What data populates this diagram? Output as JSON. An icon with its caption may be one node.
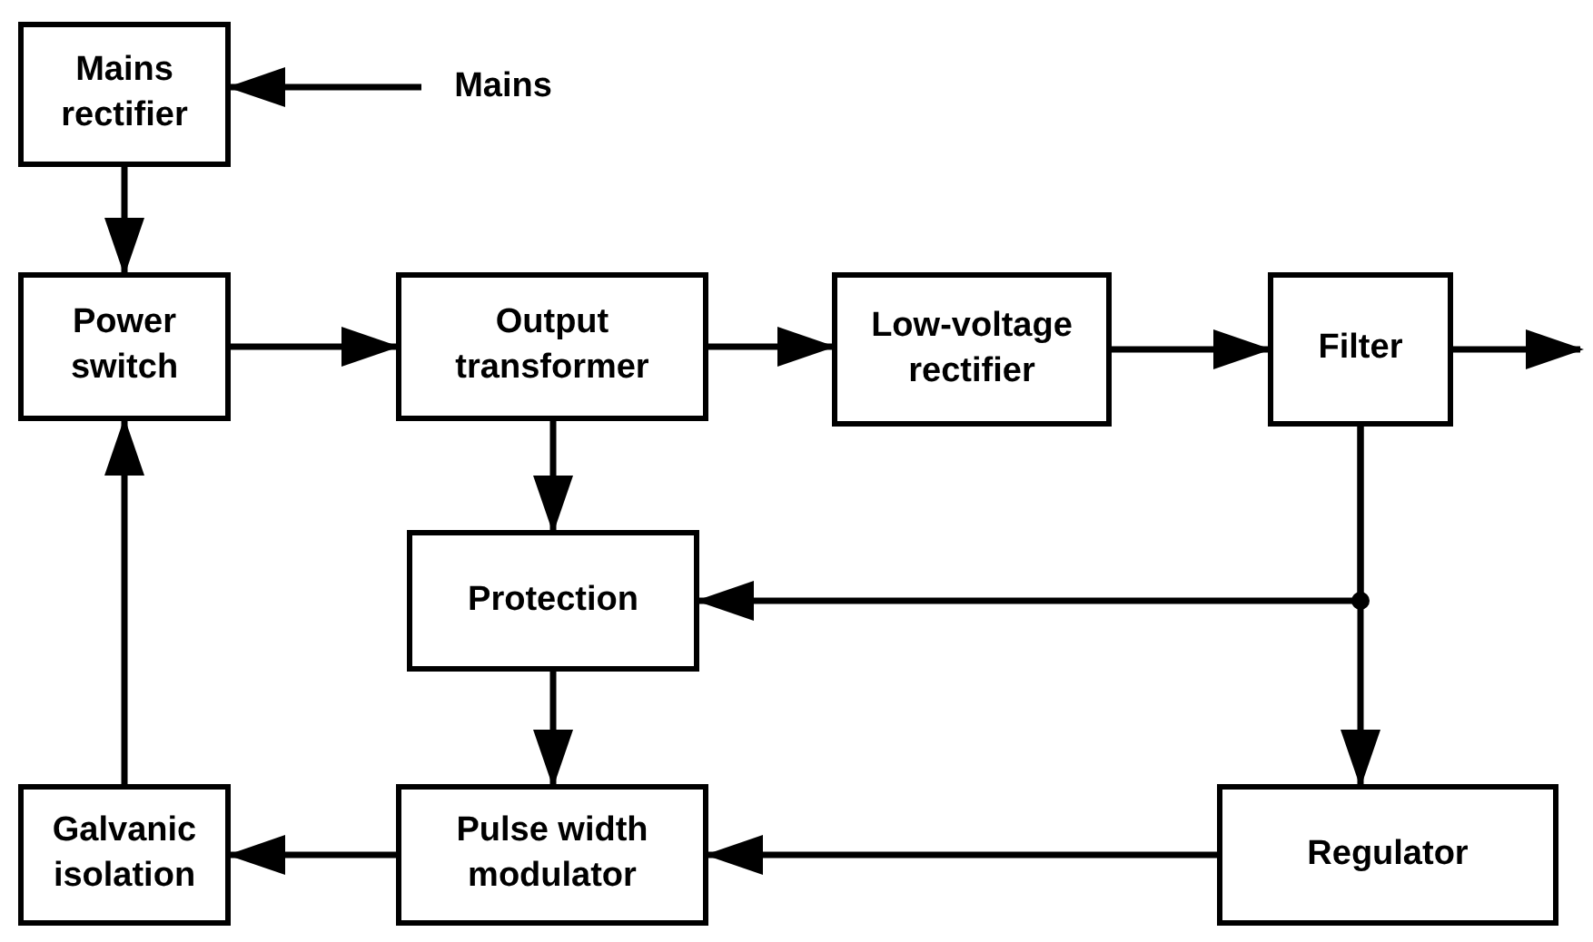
{
  "diagram": {
    "nodes": [
      {
        "text": [
          "Mains rectifier"
        ]
      },
      {
        "text": [
          "Mains"
        ]
      },
      {
        "text": [
          "Power switch"
        ]
      },
      {
        "text": [
          "Output transformer"
        ]
      },
      {
        "text": [
          "Low-voltage rectifier"
        ]
      },
      {
        "text": [
          "Filter"
        ]
      },
      {
        "text": [
          "Protection"
        ]
      },
      {
        "text": [
          "Galvanic isolation"
        ]
      },
      {
        "text": [
          "Pulse width modulator"
        ]
      },
      {
        "text": [
          "Regulator"
        ]
      }
    ],
    "edges": [
      {
        "from": 1,
        "to": 0,
        "arrow": "to"
      },
      {
        "from": 0,
        "to": 2,
        "arrow": "to"
      },
      {
        "from": 2,
        "to": 3,
        "arrow": "to"
      },
      {
        "from": 3,
        "to": 4,
        "arrow": "to"
      },
      {
        "from": 4,
        "to": 5,
        "arrow": "to"
      },
      {
        "from": 5,
        "to": null,
        "arrow": "to"
      },
      {
        "from": 3,
        "to": 6,
        "arrow": "to"
      },
      {
        "from": 5,
        "to": 6,
        "arrow": "to"
      },
      {
        "from": 5,
        "to": 9,
        "arrow": "to"
      },
      {
        "from": 6,
        "to": 8,
        "arrow": "to"
      },
      {
        "from": 9,
        "to": 8,
        "arrow": "to"
      },
      {
        "from": 8,
        "to": 7,
        "arrow": "to"
      },
      {
        "from": 7,
        "to": 2,
        "arrow": "to"
      }
    ]
  }
}
